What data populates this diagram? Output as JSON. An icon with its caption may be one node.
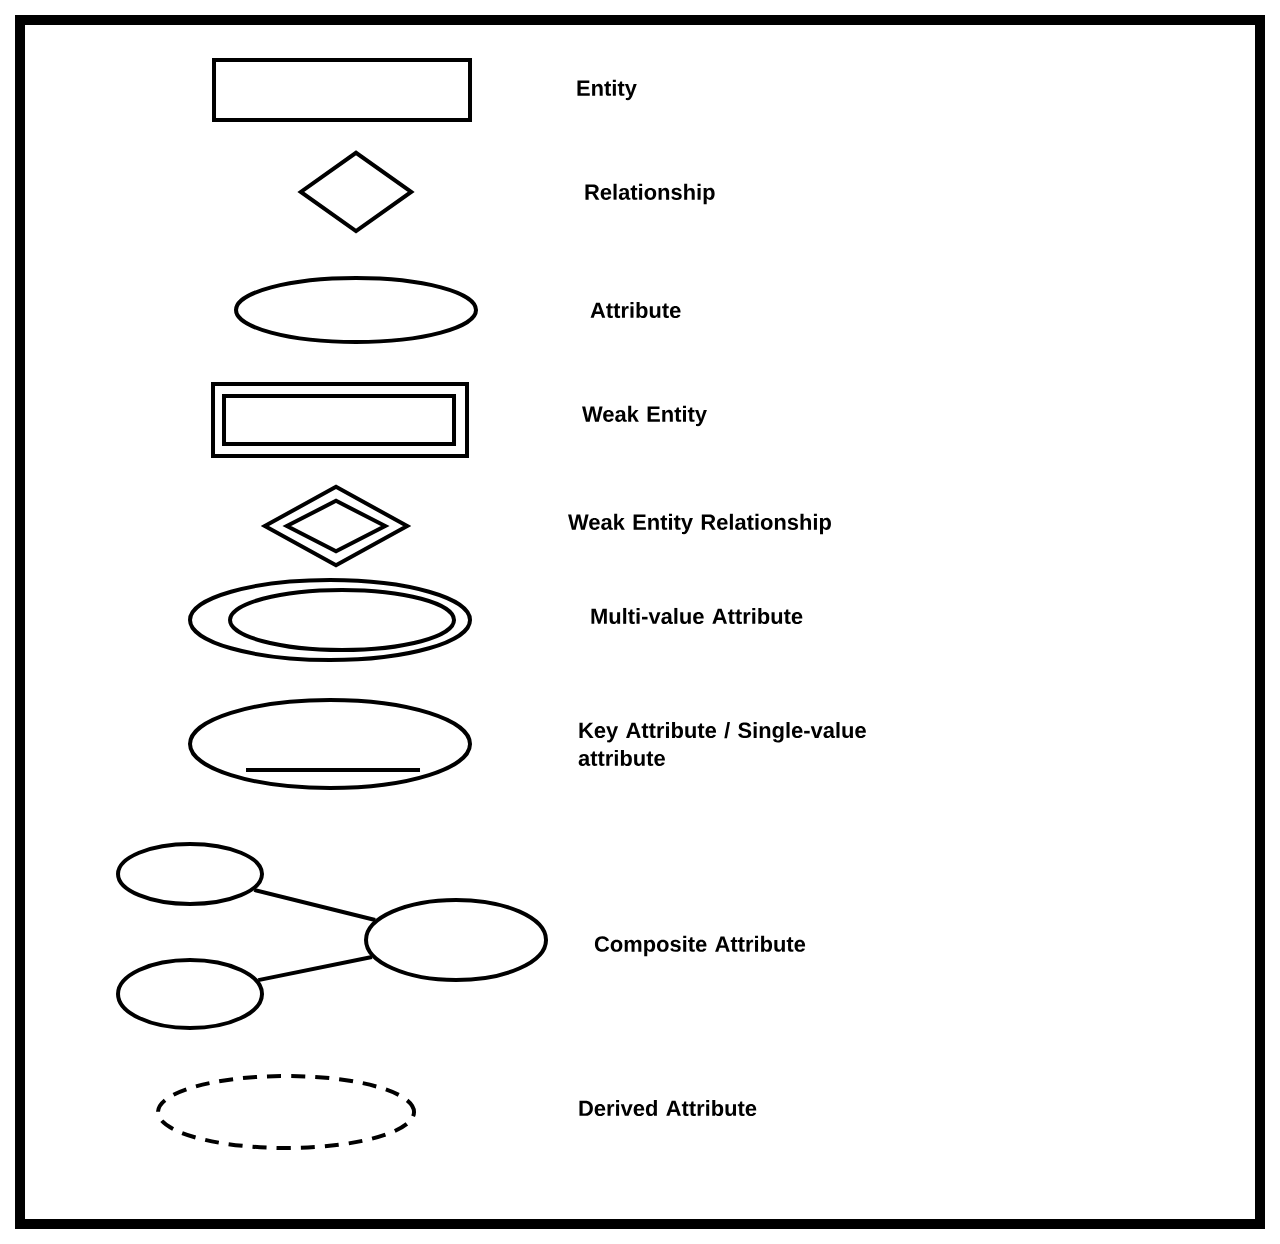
{
  "diagram": {
    "nodes": [
      {
        "text": [],
        "shape": "box"
      },
      {
        "text": [],
        "shape": "diamond"
      },
      {
        "text": [],
        "shape": "ellipse"
      },
      {
        "text": [],
        "shape": "double-box"
      },
      {
        "text": [],
        "shape": "double-diamond"
      },
      {
        "text": [],
        "shape": "double-ellipse"
      },
      {
        "text": [],
        "shape": "underlined-ellipse"
      },
      {
        "text": [],
        "shape": "ellipse"
      },
      {
        "text": [],
        "shape": "ellipse"
      },
      {
        "text": [],
        "shape": "ellipse"
      },
      {
        "text": [],
        "shape": "dashed-ellipse"
      }
    ],
    "edges": [
      {
        "from": 7,
        "to": 9,
        "arrow": "none"
      },
      {
        "from": 8,
        "to": 9,
        "arrow": "none"
      }
    ],
    "labels": [
      "Entity",
      "Relationship",
      "Attribute",
      "Weak Entity",
      "Weak Entity Relationship",
      "Multi-value Attribute",
      "Key Attribute / Single-value attribute",
      "Composite Attribute",
      "Derived Attribute"
    ]
  }
}
